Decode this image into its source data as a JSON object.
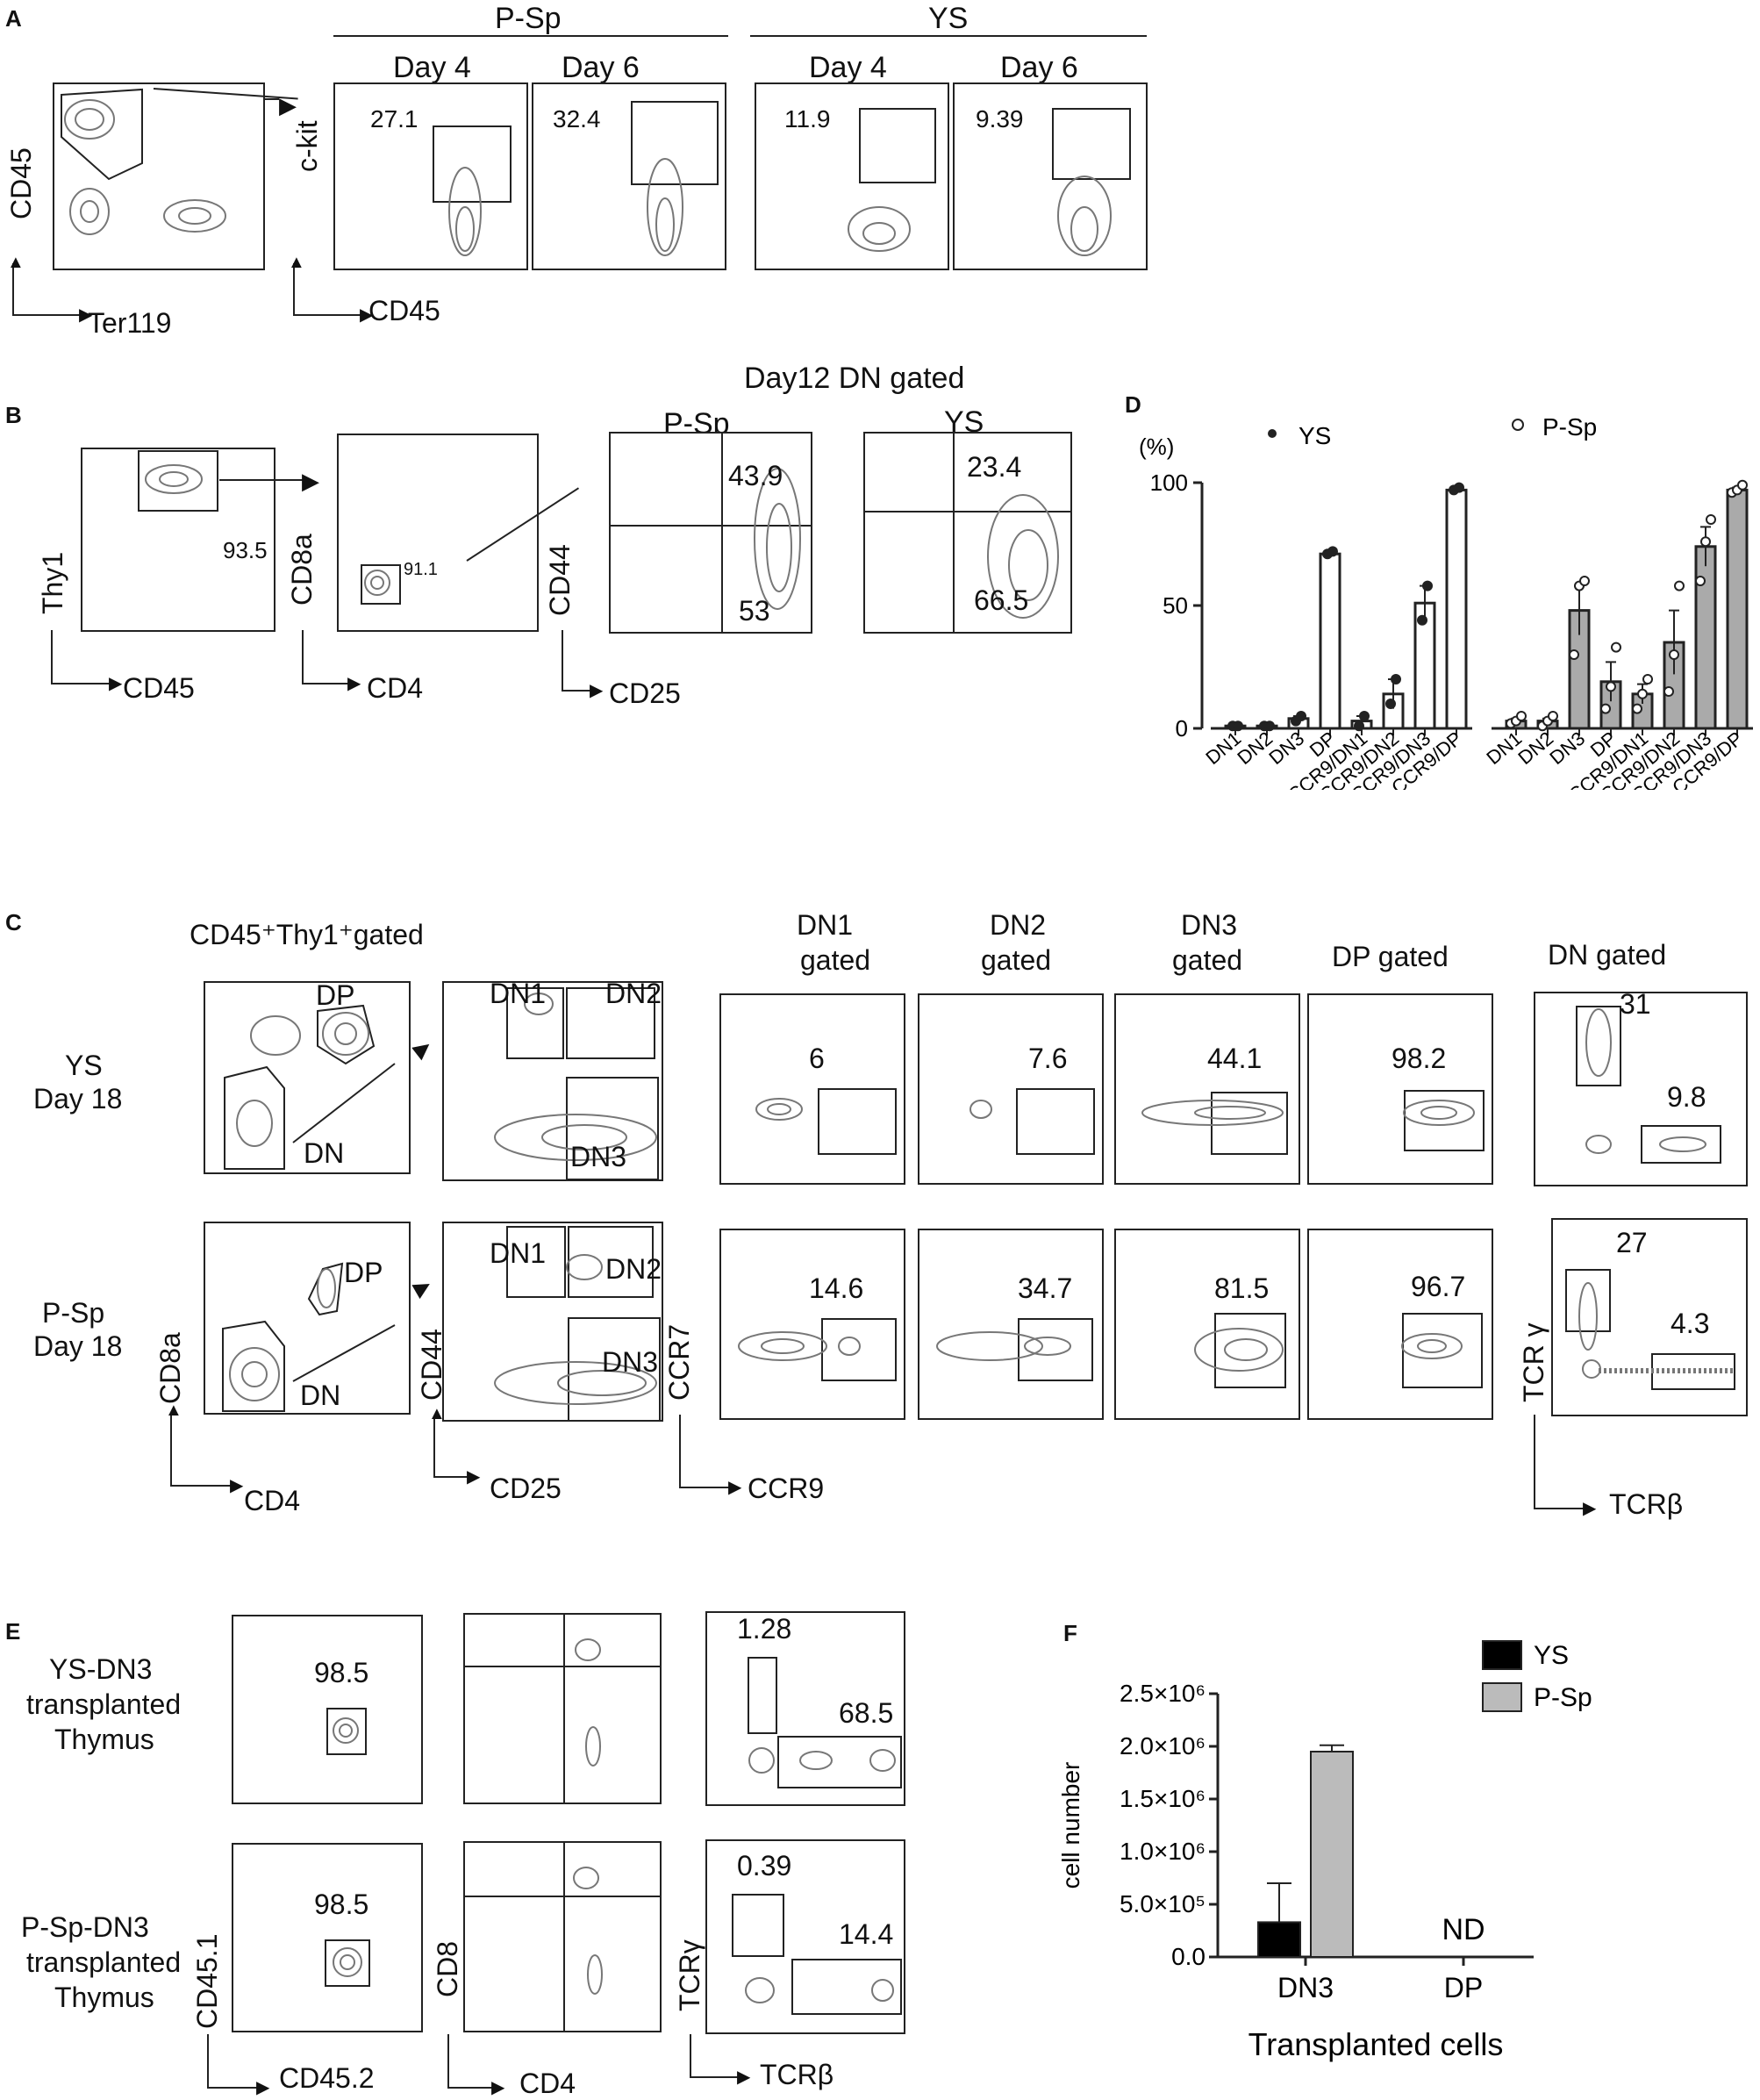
{
  "panel_letters": {
    "A": "A",
    "B": "B",
    "C": "C",
    "D": "D",
    "E": "E",
    "F": "F"
  },
  "panelA": {
    "header_psp": "P-Sp",
    "header_ys": "YS",
    "day4": "Day 4",
    "day6": "Day 6",
    "x_first": "Ter119",
    "y_first": "CD45",
    "x_rest": "CD45",
    "y_rest": "c-kit",
    "values": [
      "27.1",
      "32.4",
      "11.9",
      "9.39"
    ]
  },
  "panelB": {
    "title": "Day12 DN gated",
    "psp": "P-Sp",
    "ys": "YS",
    "labels": {
      "thy1": "Thy1",
      "cd45": "CD45",
      "cd8a": "CD8a",
      "cd4": "CD4",
      "cd44": "CD44",
      "cd25": "CD25"
    },
    "values": {
      "thy1_gate": "93.5",
      "dn_gate": "91.1",
      "psp_top": "43.9",
      "psp_bottom": "53",
      "ys_top": "23.4",
      "ys_bottom": "66.5"
    }
  },
  "panelC": {
    "header_gated": "CD45⁺Thy1⁺gated",
    "gate_DP": "DP",
    "gate_DN": "DN",
    "gate_DN1": "DN1",
    "gate_DN2": "DN2",
    "gate_DN3": "DN3",
    "col_dn1": [
      "DN1",
      "gated"
    ],
    "col_dn2": [
      "DN2",
      "gated"
    ],
    "col_dn3": [
      "DN3",
      "gated"
    ],
    "col_dp": "DP gated",
    "col_dn": "DN gated",
    "row_ys": [
      "YS",
      "Day 18"
    ],
    "row_psp": [
      "P-Sp",
      "Day 18"
    ],
    "axes": {
      "cd8a": "CD8a",
      "cd4": "CD4",
      "cd44": "CD44",
      "cd25": "CD25",
      "ccr7": "CCR7",
      "ccr9": "CCR9",
      "tcrg": "TCR γ",
      "tcrb": "TCRβ"
    },
    "ys_values": [
      "6",
      "7.6",
      "44.1",
      "98.2"
    ],
    "ys_tcr": [
      "31",
      "9.8"
    ],
    "psp_values": [
      "14.6",
      "34.7",
      "81.5",
      "96.7"
    ],
    "psp_tcr": [
      "27",
      "4.3"
    ]
  },
  "panelE": {
    "row_ys": [
      "YS-DN3",
      "transplanted",
      "Thymus"
    ],
    "row_psp": [
      "P-Sp-DN3",
      "transplanted",
      "Thymus"
    ],
    "axes": {
      "cd451": "CD45.1",
      "cd452": "CD45.2",
      "cd8": "CD8",
      "cd4": "CD4",
      "tcrg": "TCRγ",
      "tcrb": "TCRβ"
    },
    "ys_values": [
      "98.5",
      "1.28",
      "68.5"
    ],
    "psp_values": [
      "98.5",
      "0.39",
      "14.4"
    ]
  },
  "chart_data": [
    {
      "panel": "D",
      "type": "bar",
      "ylabel": "(%)",
      "ylim": [
        0,
        100
      ],
      "yticks": [
        0,
        50,
        100
      ],
      "categories": [
        "DN1",
        "DN2",
        "DN3",
        "DP",
        "CCR9/DN1",
        "CCR9/DN2",
        "CCR9/DN3",
        "CCR9/DP"
      ],
      "series": [
        {
          "name": "YS",
          "fill": "#ffffff",
          "values": [
            1,
            1,
            4,
            71,
            3,
            14,
            51,
            97
          ],
          "errors": [
            0,
            0,
            1,
            1,
            2,
            6,
            7,
            1
          ],
          "points": [
            [
              1,
              1
            ],
            [
              1,
              1
            ],
            [
              3,
              5
            ],
            [
              71,
              72
            ],
            [
              1,
              5
            ],
            [
              10,
              20
            ],
            [
              44,
              58
            ],
            [
              97,
              98
            ]
          ]
        },
        {
          "name": "P-Sp",
          "fill": "#aaaaaa",
          "values": [
            3,
            3,
            48,
            19,
            14,
            35,
            74,
            97
          ],
          "errors": [
            1,
            1,
            10,
            8,
            4,
            13,
            8,
            1
          ],
          "points": [
            [
              2,
              3,
              5
            ],
            [
              1,
              3,
              5
            ],
            [
              30,
              58,
              60
            ],
            [
              8,
              17,
              33
            ],
            [
              8,
              14,
              20
            ],
            [
              15,
              30,
              58
            ],
            [
              60,
              76,
              85
            ],
            [
              96,
              97,
              99
            ]
          ]
        }
      ],
      "legend": [
        "YS",
        "P-Sp"
      ]
    },
    {
      "panel": "F",
      "type": "bar",
      "xlabel": "Transplanted cells",
      "ylabel": "cell number",
      "ylim": [
        0,
        2500000
      ],
      "ytick_labels": [
        "0.0",
        "5.0×10⁵",
        "1.0×10⁶",
        "1.5×10⁶",
        "2.0×10⁶",
        "2.5×10⁶"
      ],
      "categories": [
        "DN3",
        "DP"
      ],
      "series": [
        {
          "name": "YS",
          "color": "#000000",
          "values": [
            330000,
            0
          ],
          "errors": [
            370000,
            0
          ]
        },
        {
          "name": "P-Sp",
          "color": "#bbbbbb",
          "values": [
            1950000,
            0
          ],
          "errors": [
            60000,
            0
          ]
        }
      ],
      "annotation": "ND"
    }
  ],
  "colors": {
    "ink": "#222222",
    "psp_bar": "#aaaaaa",
    "ys_bar_F": "#000000",
    "psp_bar_F": "#bbbbbb"
  }
}
